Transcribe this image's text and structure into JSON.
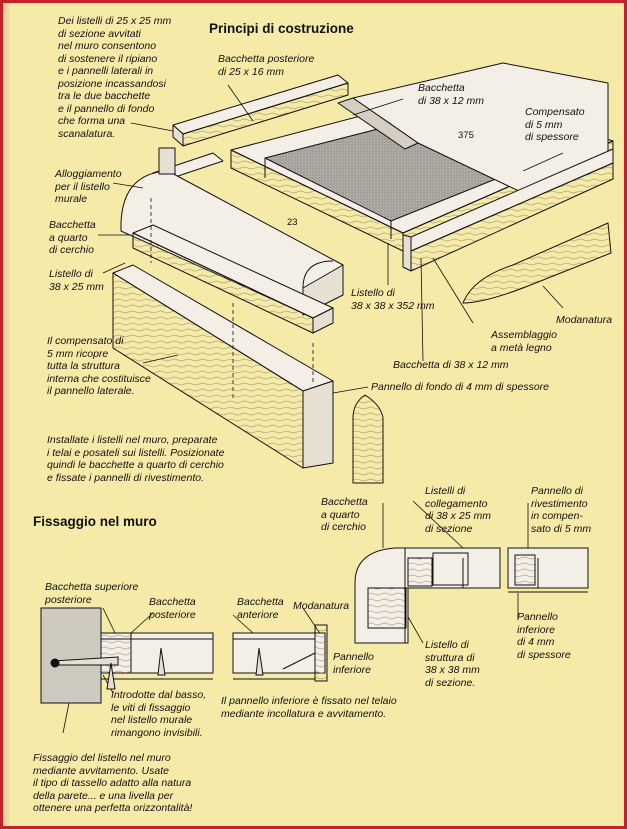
{
  "titles": {
    "principi": "Principi di costruzione",
    "fissaggio": "Fissaggio nel muro"
  },
  "labels": {
    "listelli_intro": "Dei listelli di 25 x 25 mm\ndi sezione avvitati\nnel muro consentono\ndi sostenere il ripiano\ne i pannelli laterali in\nposizione incassandosi\ntra le due bacchette\ne il pannello di fondo\nche forma una\nscanalatura.",
    "bacchetta_posteriore": "Bacchetta posteriore\ndi 25 x 16 mm",
    "bacchetta_38x12_top": "Bacchetta\ndi 38 x 12 mm",
    "compensato_5mm": "Compensato\ndi 5 mm\ndi spessore",
    "alloggiamento": "Alloggiamento\nper il listello\nmurale",
    "bacchetta_quarto": "Bacchetta\na quarto\ndi cerchio",
    "listello_38x25": "Listello di\n38 x 25 mm",
    "listello_352": "Listello di\n38 x 38 x 352 mm",
    "assemblaggio": "Assemblaggio\na metà legno",
    "modanatura_top": "Modanatura",
    "bacchetta_38x12_bottom": "Bacchetta di 38 x 12 mm",
    "compensato_ricopre": "Il compensato di\n5 mm ricopre\ntutta la struttura\ninterna che costituisce\nil pannello laterale.",
    "pannello_fondo": "Pannello di fondo di 4 mm di spessore",
    "installate": "Installate i listelli nel muro, preparate\ni telai e posateli sui listelli. Posizionate\nquindi le bacchette a quarto di cerchio\ne fissate i pannelli di rivestimento.",
    "bacchetta_quarto_2": "Bacchetta\na quarto\ndi cerchio",
    "listelli_collegamento": "Listelli di\ncollegamento\ndi 38 x 25 mm\ndi sezione",
    "pannello_rivestimento": "Pannello di\nrivestimento\nin compen-\nsato di 5 mm",
    "bacchetta_sup_post": "Bacchetta superiore\nposteriore",
    "bacchetta_posteriore_2": "Bacchetta\nposteriore",
    "bacchetta_anteriore": "Bacchetta\nanteriore",
    "modanatura_bottom": "Modanatura",
    "pannello_inferiore": "Pannello\ninferiore",
    "listello_struttura": "Listello di\nstruttura di\n38 x 38 mm\ndi sezione.",
    "pannello_inferiore_4mm": "Pannello\ninferiore\ndi 4 mm\ndi spessore",
    "introdotte": "Introdotte dal basso,\nle viti di fissaggio\nnel listello murale\nrimangono invisibili.",
    "pannello_inferiore_fissato": "Il pannello inferiore è fissato nel telaio\nmediante incollatura e avvitamento.",
    "fissaggio_note": "Fissaggio del listello nel muro\nmediante avvitamento. Usate\nil tipo di tassello adatto alla natura\ndella parete... e una livella per\nottenere una perfetta orizzontalità!"
  },
  "dimensions": {
    "d375": "375",
    "d23": "23"
  },
  "colors": {
    "background": "#f6eaa8",
    "border": "#c8202a",
    "wood": "#f3efe6",
    "plywood": "#b0aea6",
    "line": "#111111"
  }
}
